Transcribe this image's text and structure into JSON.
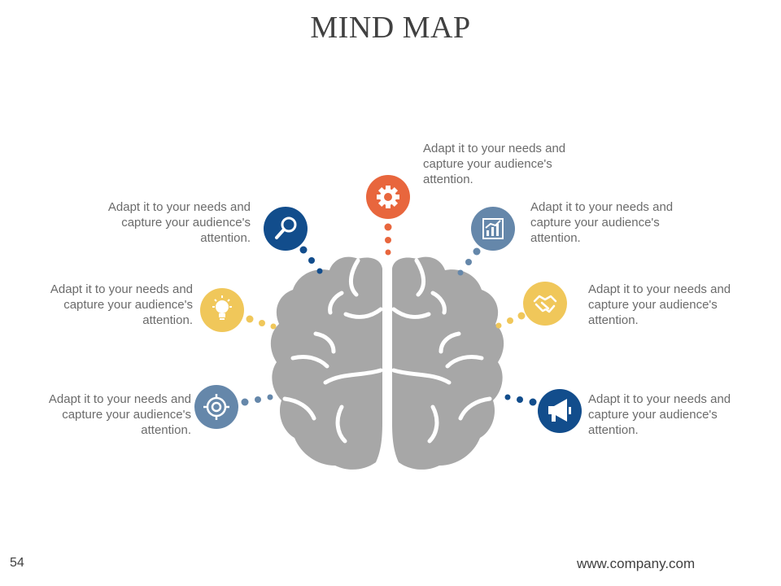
{
  "slide": {
    "title": "MIND MAP",
    "page_number": "54",
    "website": "www.company.com"
  },
  "colors": {
    "orange": "#e8663d",
    "navy": "#124d8c",
    "steel": "#6587aa",
    "gold": "#f0c75a",
    "brain": "#a7a7a7",
    "text": "#6b6b6b"
  },
  "nodes": [
    {
      "id": "gear",
      "icon": "gear-icon",
      "color": "orange",
      "text": [
        "Adapt it to your needs and",
        "capture your audience's",
        "attention."
      ]
    },
    {
      "id": "search",
      "icon": "search-icon",
      "color": "navy",
      "text": [
        "Adapt it to your needs and",
        "capture your audience's",
        "attention."
      ]
    },
    {
      "id": "chart",
      "icon": "bar-chart-icon",
      "color": "steel",
      "text": [
        "Adapt it to your needs and",
        "capture your audience's",
        "attention."
      ]
    },
    {
      "id": "bulb",
      "icon": "lightbulb-icon",
      "color": "gold",
      "text": [
        "Adapt it to your needs and",
        "capture your audience's",
        "attention."
      ]
    },
    {
      "id": "handshake",
      "icon": "handshake-icon",
      "color": "gold",
      "text": [
        "Adapt it to your needs and",
        "capture your audience's",
        "attention."
      ]
    },
    {
      "id": "target",
      "icon": "target-icon",
      "color": "steel",
      "text": [
        "Adapt it to your needs and",
        "capture your audience's",
        "attention."
      ]
    },
    {
      "id": "megaphone",
      "icon": "megaphone-icon",
      "color": "navy",
      "text": [
        "Adapt it to your needs and",
        "capture your audience's",
        "attention."
      ]
    }
  ]
}
